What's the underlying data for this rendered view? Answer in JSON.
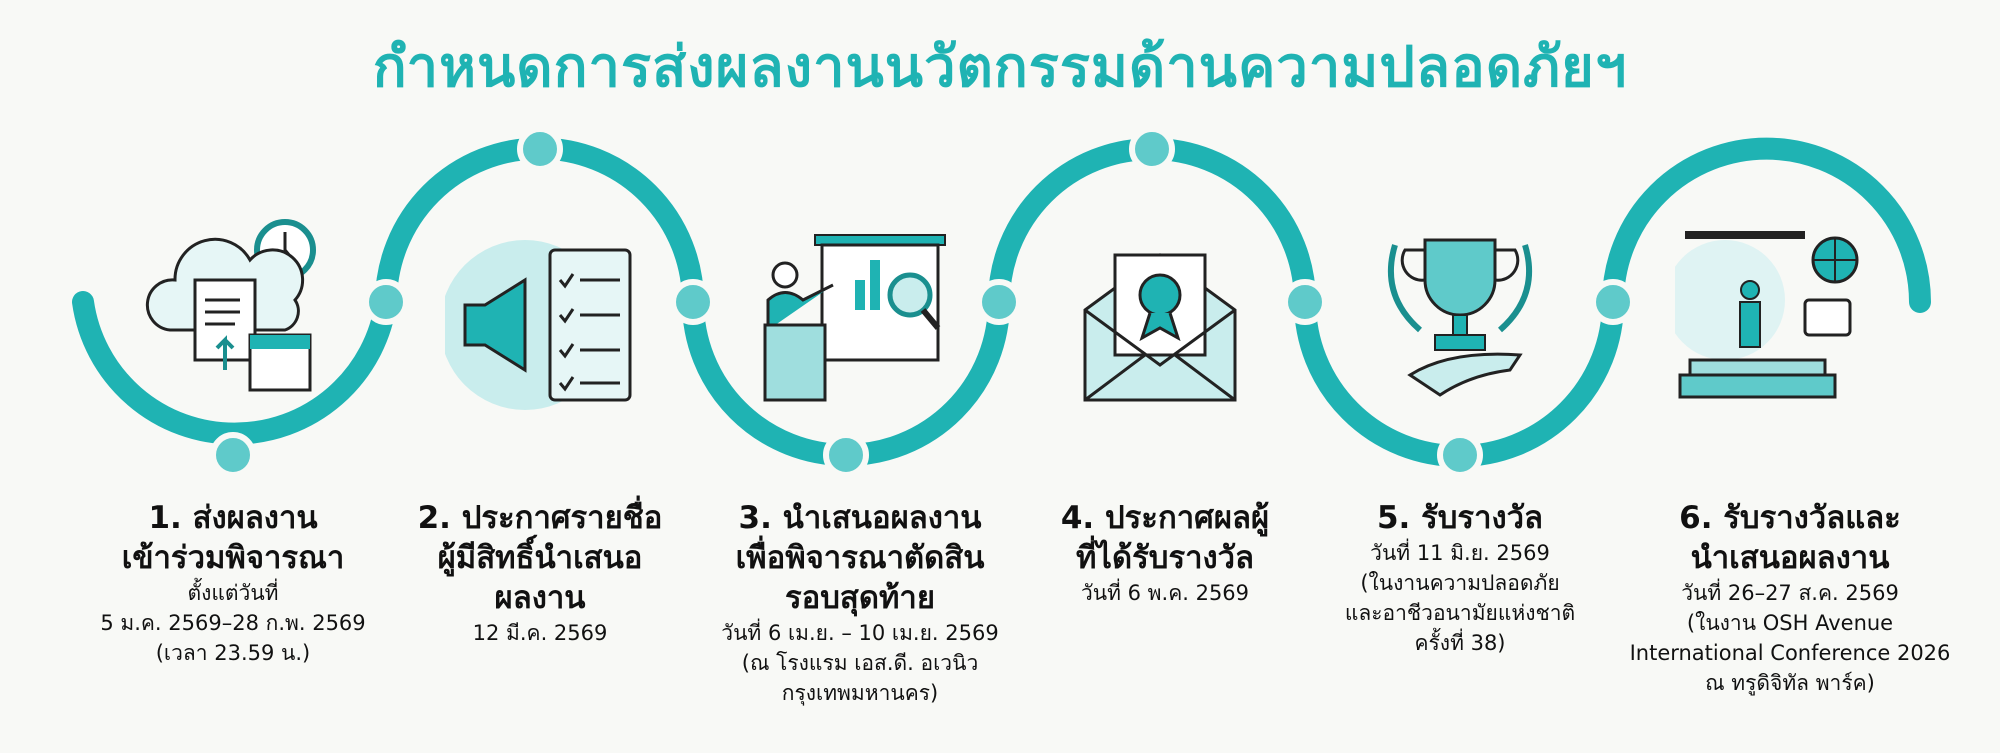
{
  "title": "กำหนดการส่งผลงานนวัตกรรมด้านความปลอดภัยฯ",
  "colors": {
    "accent": "#1fb3b3",
    "accent_dark": "#17a3a3",
    "light": "#bfe9e9",
    "text": "#111111",
    "background": "#f8f9f6"
  },
  "steps": [
    {
      "heading": [
        "1. ส่งผลงาน",
        "เข้าร่วมพิจารณา"
      ],
      "details": [
        "ตั้งแต่วันที่",
        "5 ม.ค. 2569–28 ก.พ. 2569",
        "(เวลา 23.59 น.)"
      ],
      "icon": "cloud-upload-calendar-icon"
    },
    {
      "heading": [
        "2. ประกาศรายชื่อ",
        "ผู้มีสิทธิ์นำเสนอ",
        "ผลงาน"
      ],
      "details": [
        "12 มี.ค. 2569"
      ],
      "icon": "megaphone-checklist-icon"
    },
    {
      "heading": [
        "3. นำเสนอผลงาน",
        "เพื่อพิจารณาตัดสิน",
        "รอบสุดท้าย"
      ],
      "details": [
        "วันที่ 6 เม.ย. – 10 เม.ย. 2569",
        "(ณ โรงแรม เอส.ดี. อเวนิว",
        "กรุงเทพมหานคร)"
      ],
      "icon": "presentation-icon"
    },
    {
      "heading": [
        "4. ประกาศผลผู้",
        "ที่ได้รับรางวัล"
      ],
      "details": [
        "วันที่ 6 พ.ค. 2569"
      ],
      "icon": "award-envelope-icon"
    },
    {
      "heading": [
        "5. รับรางวัล"
      ],
      "details": [
        "วันที่ 11 มิ.ย. 2569",
        "(ในงานความปลอดภัย",
        "และอาชีวอนามัยแห่งชาติ",
        "ครั้งที่ 38)"
      ],
      "icon": "trophy-icon"
    },
    {
      "heading": [
        "6. รับรางวัลและ",
        "นำเสนอผลงาน"
      ],
      "details": [
        "วันที่ 26–27 ส.ค. 2569",
        "(ในงาน OSH Avenue",
        "International Conference 2026",
        "ณ ทรูดิจิทัล พาร์ค)"
      ],
      "icon": "stage-globe-icon"
    }
  ]
}
